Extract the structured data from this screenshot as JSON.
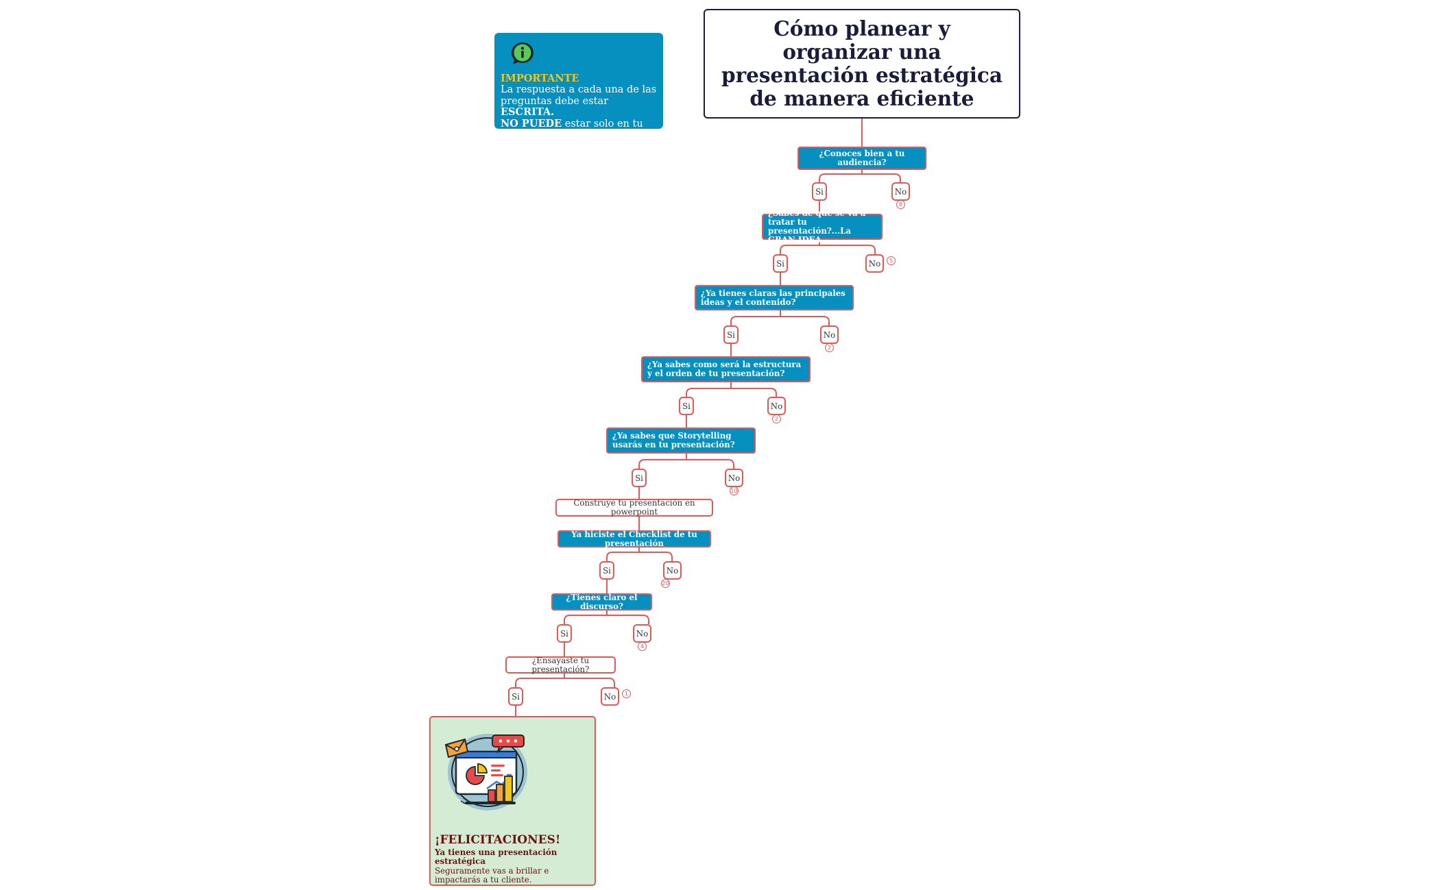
{
  "title": "Cómo planear y organizar una presentación estratégica de manera eficiente",
  "info": {
    "icon": "info-chat-icon",
    "label": "IMPORTANTE",
    "text_part1": "La respuesta a cada una de las preguntas debe estar ",
    "text_bold1": "ESCRITA.",
    "text_bold2": "NO PUEDE",
    "text_part2": " estar solo en tu mente"
  },
  "nodes": {
    "q1": "¿Conoces bien a tu audiencia?",
    "q2": "¿Sabes de que se va a tratar tu presentación?...La GRAN IDEA",
    "q3": "¿Ya tienes claras las principales ideas y el contenido?",
    "q4": "¿Ya sabes como será la estructura y el orden de tu presentación?",
    "q5": "¿Ya sabes que Storytelling usarás en tu presentación?",
    "build": "Construye tu presentación en powerpoint",
    "q6": "Ya hiciste el Checklist de tu presentación",
    "q7": "¿Tienes claro el discurso?",
    "q8": "¿Ensayaste tu presentación?"
  },
  "answers": {
    "yes": "Si",
    "no": "No"
  },
  "badges": {
    "b1": "8",
    "b2": "5",
    "b3": "2",
    "b4": "2",
    "b5": "10",
    "b6": "20",
    "b7": "4",
    "b8": "1"
  },
  "final": {
    "illustration": "presentation-dashboard-icon",
    "heading": "¡FELICITACIONES!",
    "subheading": "Ya tienes una presentación estratégica",
    "body": "Seguramente vas a brillar e impactarás a tu cliente."
  },
  "colors": {
    "accent_blue": "#0590bf",
    "connector_red": "#e35757",
    "title_navy": "#1a1c3c",
    "important_yellow": "#f5c518",
    "final_green": "#d3ecd3"
  }
}
